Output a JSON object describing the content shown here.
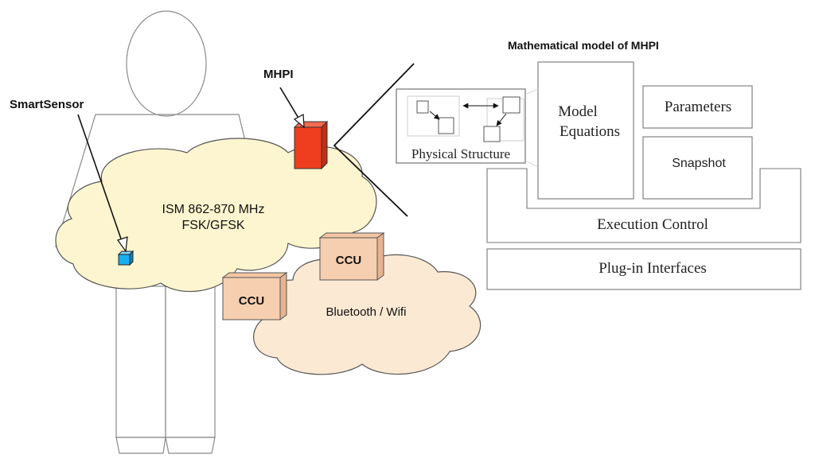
{
  "labels": {
    "smart_sensor": "SmartSensor",
    "mhpi": "MHPI",
    "model_title": "Mathematical model of MHPI",
    "ism_line1": "ISM 862-870 MHz",
    "ism_line2": "FSK/GFSK",
    "ccu_upper": "CCU",
    "ccu_lower": "CCU",
    "bluetooth": "Bluetooth / Wifi"
  },
  "model": {
    "physical_structure": "Physical Structure",
    "model_equations_line1": "Model",
    "model_equations_line2": "Equations",
    "parameters": "Parameters",
    "snapshot": "Snapshot",
    "execution_control": "Execution Control",
    "plugin_interfaces": "Plug-in Interfaces"
  },
  "colors": {
    "ism_cloud": "#fdf5cf",
    "bt_cloud": "#fce9d4",
    "mhpi_device": "#ef3e1f",
    "sensor": "#19aff1",
    "ccu": "#f6cfb0",
    "outline": "#777777"
  }
}
